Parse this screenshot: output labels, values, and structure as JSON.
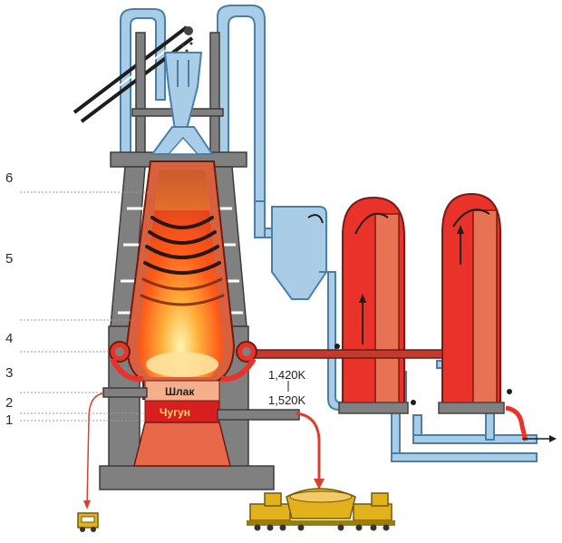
{
  "zone_labels": [
    "6",
    "5",
    "4",
    "3",
    "2",
    "1"
  ],
  "temperatures": [
    "1,420K",
    "1,520K"
  ],
  "products": {
    "slag": "Шлак",
    "pig_iron": "Чугун"
  },
  "colors": {
    "steel": "#808080",
    "pipe": "#a9cde6",
    "pipe_outline": "#4a7fa8",
    "hot": "#e8322a",
    "lining": "#d9603c",
    "stove_inner": "#e77254",
    "molten": "#d81f1f",
    "vehicle": "#e2b21c"
  }
}
